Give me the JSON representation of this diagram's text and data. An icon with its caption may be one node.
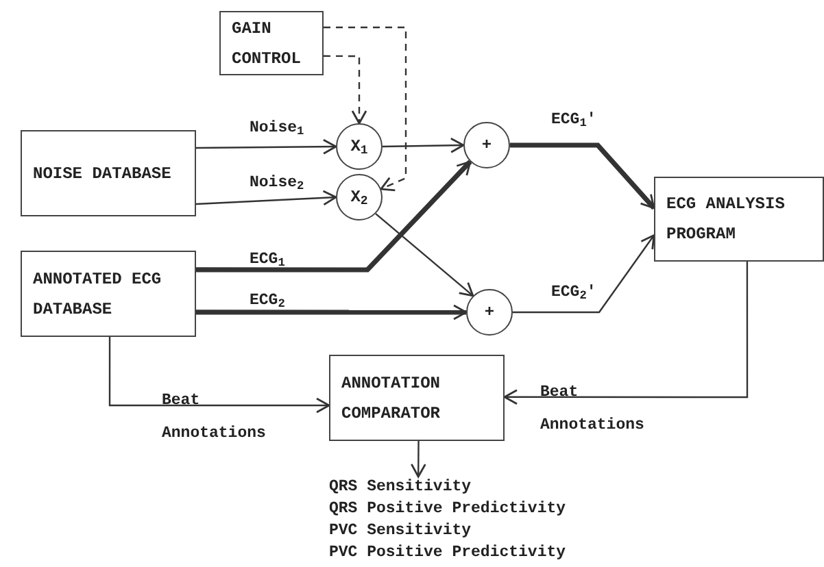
{
  "diagram": {
    "nodes": [
      {
        "text": [
          "GAIN CONTROL"
        ]
      },
      {
        "text": [
          "NOISE DATABASE"
        ]
      },
      {
        "text": [
          "X$_{1}$"
        ]
      },
      {
        "text": [
          "X$_{2}$"
        ]
      },
      {
        "text": [
          "ANNOTATED ECG DATABASE"
        ]
      },
      {
        "text": [
          "+"
        ]
      },
      {
        "text": [
          "+"
        ]
      },
      {
        "text": [
          "ECG ANALYSIS PROGRAM"
        ]
      },
      {
        "text": [
          "ANNOTATION COMPARATOR"
        ]
      },
      {
        "text": [
          "QRS Sensitivity",
          "QRS Positive Predictivity",
          "PVC Sensitivity",
          "PVC Positive Predictivity"
        ]
      }
    ],
    "edges": [
      {
        "from": 0,
        "to": 3,
        "arrow": "to",
        "style": "dashed"
      },
      {
        "from": 0,
        "to": 2,
        "arrow": "to",
        "style": "dashed"
      },
      {
        "from": 1,
        "to": 2,
        "arrow": "to",
        "label": "Noise$_{1}$"
      },
      {
        "from": 1,
        "to": 3,
        "arrow": "to",
        "label": "Noise$_{2}$"
      },
      {
        "from": 2,
        "to": 5,
        "arrow": "to"
      },
      {
        "from": 3,
        "to": 6,
        "arrow": "to"
      },
      {
        "from": 4,
        "to": 5,
        "arrow": "to",
        "label": "ECG$_{1}$",
        "style": "thick"
      },
      {
        "from": 4,
        "to": 6,
        "arrow": "to",
        "label": "ECG$_{2}$",
        "style": "thick"
      },
      {
        "from": 5,
        "to": 7,
        "arrow": "to",
        "label": "ECG$_{1}$'",
        "style": "thick"
      },
      {
        "from": 6,
        "to": 7,
        "arrow": "to",
        "label": "ECG$_{2}$'"
      },
      {
        "from": 4,
        "to": 8,
        "arrow": "to",
        "label": "Beat Annotations"
      },
      {
        "from": 7,
        "to": 8,
        "arrow": "to",
        "label": "Beat Annotations"
      },
      {
        "from": 8,
        "to": 9,
        "arrow": "to"
      }
    ]
  }
}
